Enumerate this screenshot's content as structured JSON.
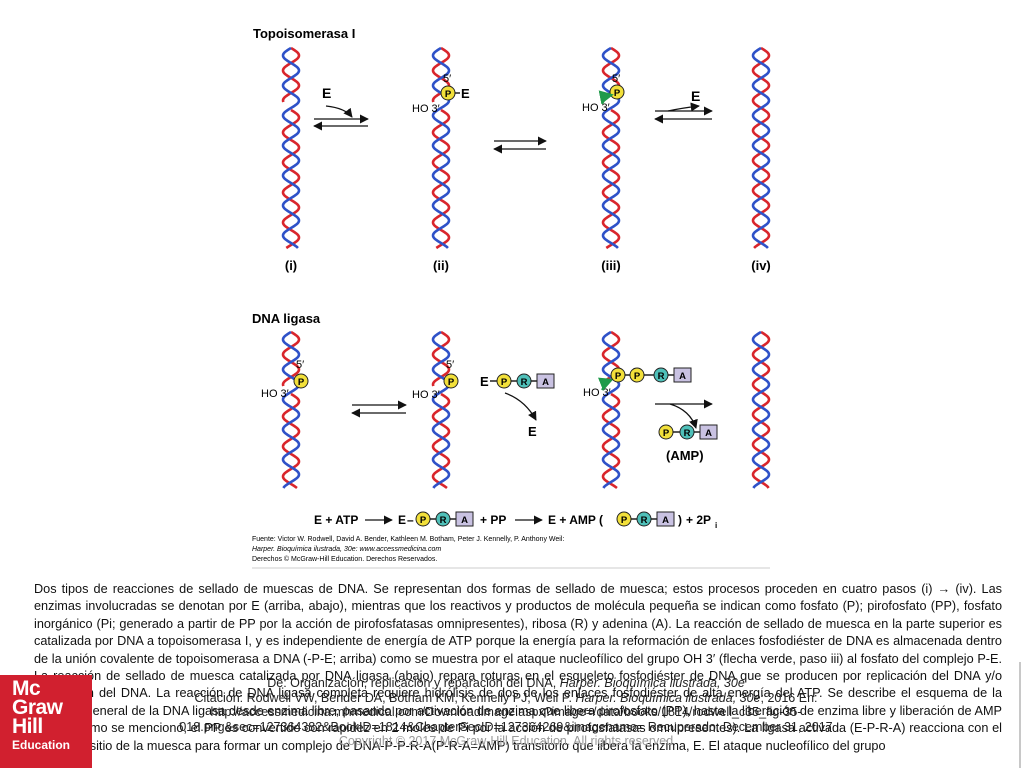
{
  "figure": {
    "top_title": "Topoisomerasa I",
    "bottom_title": "DNA ligasa",
    "step_labels": [
      "(i)",
      "(ii)",
      "(iii)",
      "(iv)"
    ],
    "enzyme": "E",
    "phosphate": "P",
    "ribose": "R",
    "adenine": "A",
    "five_prime": "5′",
    "ho_three_prime": "HO 3′",
    "amp": "(AMP)",
    "equation": {
      "e_plus_atp": "E + ATP",
      "e": "E",
      "dash": "–",
      "plus_pp": "+ PP",
      "e_plus_amp": "E + AMP (",
      "close": ")",
      "plus_2p": "+ 2P",
      "sub_i": "i"
    },
    "source": {
      "line1": "Fuente: Victor W. Rodwell, David A. Bender, Kathleen M. Botham, Peter J. Kennelly, P. Anthony Weil:",
      "line2": "Harper. Bioquímica ilustrada, 30e: www.accessmedicina.com",
      "line3": "Derechos © McGraw-Hill Education. Derechos Reservados."
    }
  },
  "caption": "Dos tipos de reacciones de sellado de muescas de DNA. Se representan dos formas de sellado de muesca; estos procesos proceden en cuatro pasos (i) → (iv). Las enzimas involucradas se denotan por E (arriba, abajo), mientras que los reactivos y productos de molécula pequeña se indican como fosfato (P); pirofosfato (PP), fosfato inorgánico (Pi; generado a partir de PP por la acción de pirofosfatasas omnipresentes), ribosa (R) y adenina (A). La reacción de sellado de muesca en la parte superior es catalizada por DNA a topoisomerasa I, y es independiente de energía de ATP porque la energía para la reformación de enlaces fosfodiéster de DNA es almacenada dentro de la unión covalente de topoisomerasa a DNA (-P-E; arriba) como se muestra por el ataque nucleofílico del grupo OH 3′ (flecha verde, paso iii) al fosfato del complejo P-E. La reacción de sellado de muesca catalizada por DNA ligasa (abajo) repara roturas en el esqueleto fosfodiéster de DNA que se producen por replicación del DNA y/o reparación del DNA. La reacción de DNA ligasa completa requiere hidrólisis de dos de los enlaces fosfodiéster de alta energía del ATP. Se describe el esquema de la reacción general de la DNA ligasa desde enzima libre, pasando por activación de enzima que libera pirofosfato (PP), hasta la liberación de enzima libre y liberación de AMP (abajo; como se mencionó, el PP es convertido con rapidez en 2 moles de Pi por la acción de pirofosfatasas omnipresentes). La ligasa activada (E-P-R-A) reacciona con el P 5′ en el sitio de la muesca para formar un complejo de DNA-P-P-R-A(P-R-A=AMP) transitorio que libera la enzima, E. El ataque nucleofílico del grupo",
  "citation": {
    "line1_prefix": "De: Organización, replicación y reparación del DNA, ",
    "line1_italic": "Harper. Bioquímica ilustrada, 30e",
    "line2_prefix": "Citación: Rodwell VW, Bender DA, Botham KM, Kennelly PJ, Weil P. ",
    "line2_italic": "Harper. Bioquímica ilustrada, 30e",
    "line2_suffix": "; 2016 En:",
    "line3": "http://accessmedicina.mhmedical.com/Downloadimage.aspx?image=/data/books/1814/rodwell_c35_fig-35-",
    "line4": "018.png&sec=127364382&BookID=1814&ChapterSecID=127364269&imagename= Recuperado: December 31, 2017",
    "line5": "Copyright © 2017 McGraw-Hill Education. All rights reserved"
  },
  "logo": {
    "line1": "Mc",
    "line2": "Graw",
    "line3": "Hill",
    "line4": "Education"
  },
  "colors": {
    "strand_red": "#d9262c",
    "strand_blue": "#2f52c8",
    "phosphate_yellow": "#f2e03a",
    "ribose_teal": "#4fc0b9",
    "adenine_lilac": "#c9c2e2",
    "attack_green": "#1f9a4a",
    "logo_red": "#d1202f"
  }
}
